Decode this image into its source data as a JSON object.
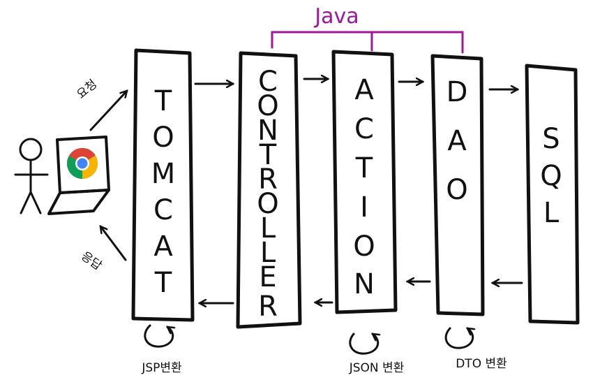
{
  "java_label": "Java",
  "components": [
    {
      "id": "tomcat",
      "letters": [
        "T",
        "O",
        "M",
        "C",
        "A",
        "T"
      ]
    },
    {
      "id": "controller",
      "letters": [
        "C",
        "O",
        "N",
        "T",
        "R",
        "O",
        "L",
        "L",
        "E",
        "R"
      ]
    },
    {
      "id": "action",
      "letters": [
        "A",
        "C",
        "T",
        "I",
        "O",
        "N"
      ]
    },
    {
      "id": "dao",
      "letters": [
        "D",
        "A",
        "O"
      ]
    },
    {
      "id": "sql",
      "letters": [
        "S",
        "Q",
        "L"
      ]
    }
  ],
  "labels": {
    "request": "요청",
    "response": "응답",
    "jsp_convert": "JSP변환",
    "json_convert": "JSON 변환",
    "dto_convert": "DTO 변환"
  },
  "colors": {
    "ink": "#111111",
    "java_bracket": "#a0179a",
    "chrome_red": "#db4437",
    "chrome_yellow": "#f4b400",
    "chrome_green": "#0f9d58",
    "chrome_blue": "#4285f4"
  },
  "icons": [
    "stick-figure-user",
    "laptop",
    "chrome-logo"
  ]
}
